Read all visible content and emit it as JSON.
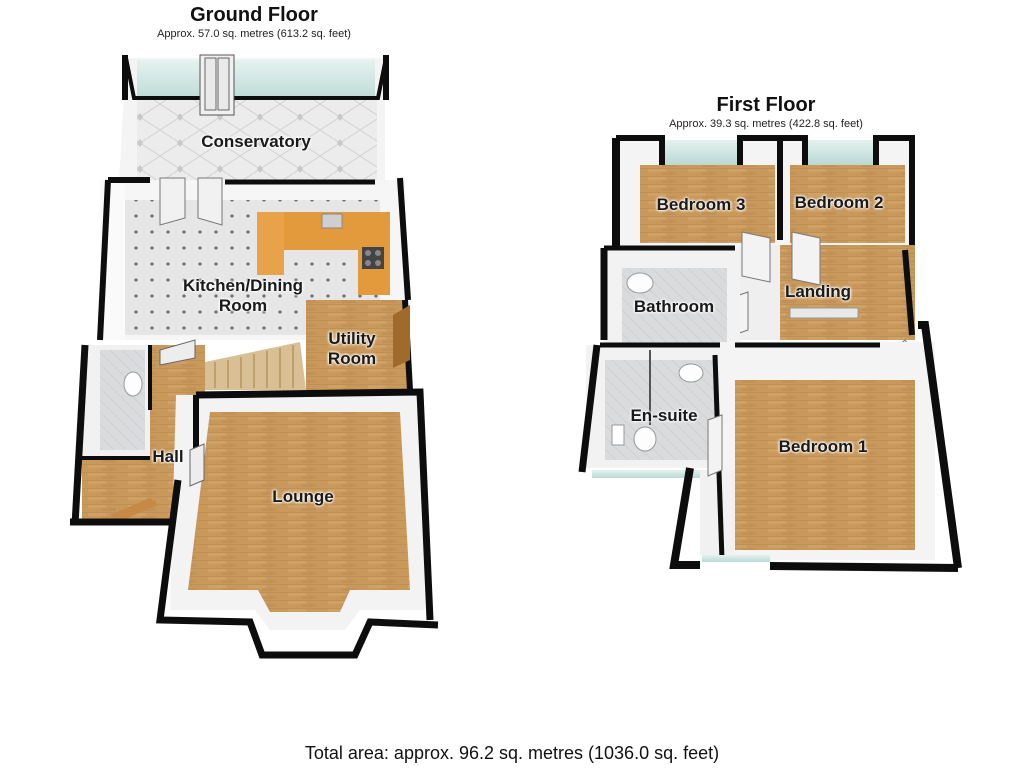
{
  "ground_floor": {
    "title": "Ground Floor",
    "area": "Approx. 57.0 sq. metres (613.2 sq. feet)",
    "rooms": {
      "conservatory": "Conservatory",
      "kitchen_line1": "Kitchen/Dining",
      "kitchen_line2": "Room",
      "utility_line1": "Utility",
      "utility_line2": "Room",
      "hall": "Hall",
      "lounge": "Lounge"
    }
  },
  "first_floor": {
    "title": "First Floor",
    "area": "Approx. 39.3 sq. metres (422.8 sq. feet)",
    "rooms": {
      "bedroom3": "Bedroom 3",
      "bedroom2": "Bedroom 2",
      "bathroom": "Bathroom",
      "landing": "Landing",
      "ensuite": "En-suite",
      "bedroom1": "Bedroom 1"
    }
  },
  "total_area": "Total area: approx. 96.2 sq. metres (1036.0 sq. feet)",
  "colors": {
    "wall": "#0d0d0d",
    "wall_face": "#f7f7f7",
    "wood": "#c9995c",
    "tile": "#e6e6e6",
    "counter": "#e29a3c",
    "glass": "#cfe8e4"
  }
}
